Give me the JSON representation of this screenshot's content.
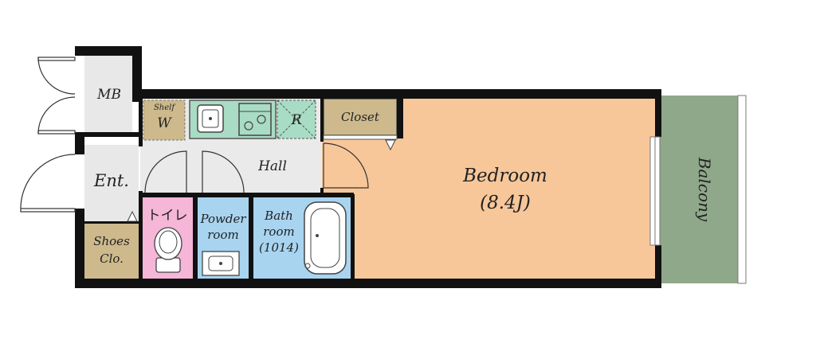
{
  "rooms": {
    "mb": {
      "label": "MB"
    },
    "shelf": {
      "line1": "Shelf",
      "line2": "W"
    },
    "refrigerator": {
      "label": "R"
    },
    "closet": {
      "label": "Closet"
    },
    "entrance": {
      "label": "Ent."
    },
    "hall": {
      "label": "Hall"
    },
    "bedroom": {
      "line1": "Bedroom",
      "line2": "(8.4J)"
    },
    "balcony": {
      "label": "Balcony"
    },
    "toilet": {
      "label": "トイレ"
    },
    "powder_room": {
      "line1": "Powder",
      "line2": "room"
    },
    "bathroom": {
      "line1": "Bath",
      "line2": "room",
      "line3": "(1014)"
    },
    "shoes_closet": {
      "line1": "Shoes",
      "line2": "Clo."
    }
  },
  "colors": {
    "wall": "#111111",
    "bedroom": "#f7c79a",
    "balcony": "#8fa88a",
    "kitchen": "#a9dcc4",
    "bathroom": "#a8d4f0",
    "toilet": "#f5b6d8",
    "storage": "#cdb98c",
    "neutral": "#e8e8e8"
  }
}
